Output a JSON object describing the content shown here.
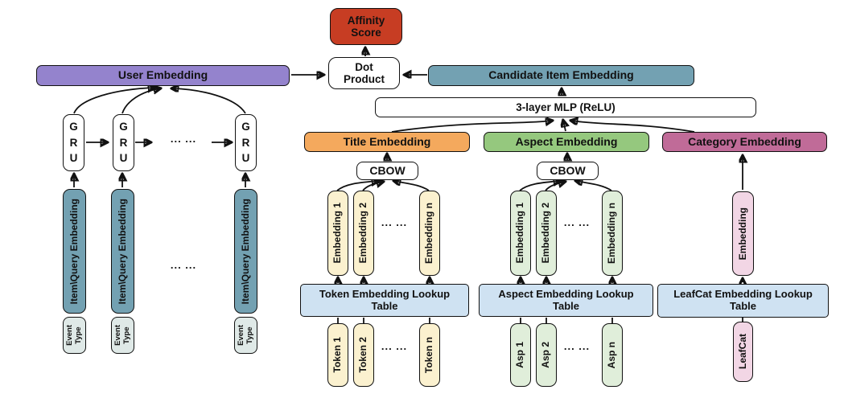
{
  "colors": {
    "affinity_red": "#c73d23",
    "user_purple": "#9483cd",
    "item_teal": "#73a1b2",
    "event_gray": "#dfe9e7",
    "title_orange": "#f4a95d",
    "token_cream": "#fbf1cf",
    "aspect_green": "#95c87e",
    "aspect_light_green": "#e0eeda",
    "category_mauve": "#c06b98",
    "category_pink": "#f2d6e5",
    "table_blue": "#cfe2f2",
    "box_white": "#ffffff",
    "line_black": "#111111"
  },
  "nodes": {
    "affinity_score": "Affinity\nScore",
    "dot_product": "Dot\nProduct",
    "user_embedding": "User Embedding",
    "candidate_item_embedding": "Candidate Item Embedding",
    "mlp": "3-layer MLP (ReLU)",
    "title_embedding": "Title Embedding",
    "aspect_embedding": "Aspect Embedding",
    "category_embedding": "Category Embedding",
    "cbow": "CBOW",
    "gru": "GRU",
    "item_query_embedding": "Item\\Query Embedding",
    "event_type": "Event\nType",
    "token_lookup_table": "Token Embedding Lookup\nTable",
    "aspect_lookup_table": "Aspect Embedding Lookup\nTable",
    "leafcat_lookup_table": "LeafCat Embedding Lookup\nTable",
    "category_embedding_cell": "Embedding",
    "leafcat_input": "LeafCat",
    "ellipsis": "... ..."
  },
  "title_branch": {
    "embedding_cells": [
      "Embedding 1",
      "Embedding 2",
      "Embedding n"
    ],
    "tokens": [
      "Token 1",
      "Token 2",
      "Token n"
    ]
  },
  "aspect_branch": {
    "embedding_cells": [
      "Embedding 1",
      "Embedding 2",
      "Embedding n"
    ],
    "tokens": [
      "Asp 1",
      "Asp 2",
      "Asp n"
    ]
  }
}
